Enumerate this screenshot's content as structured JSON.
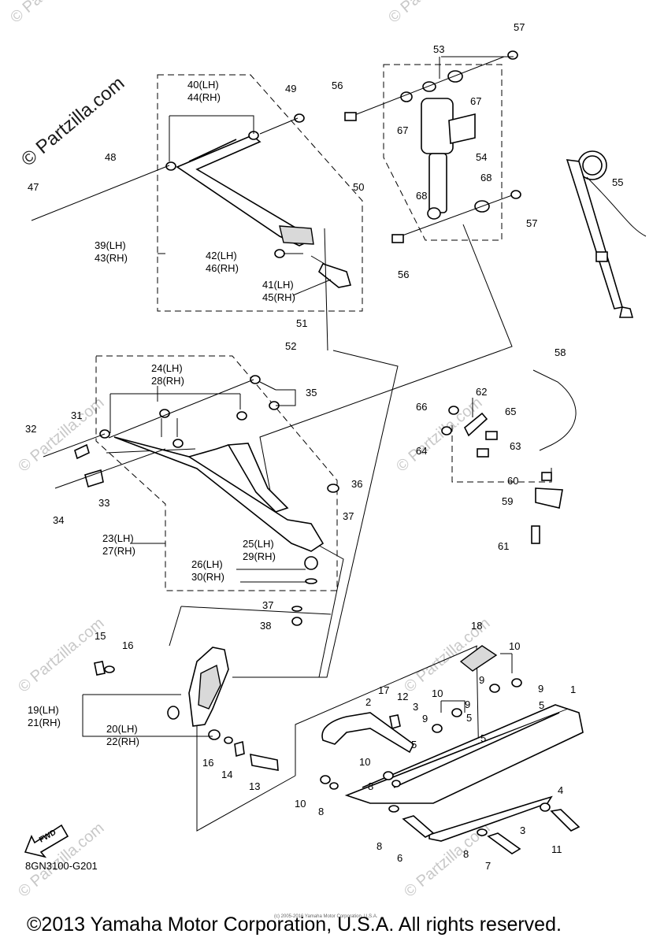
{
  "watermark": {
    "main": "© Partzilla.com",
    "faint": "© Partzilla.com"
  },
  "diagram_code": "8GN3100-G201",
  "fwd_label": "FWD",
  "copyright": "©2013 Yamaha Motor Corporation, U.S.A. All rights reserved.",
  "copyright_small": "(c) 2005-2016 Yamaha Motor Corporation, U.S.A.",
  "callouts": [
    "1",
    "2",
    "3",
    "3",
    "4",
    "5",
    "5",
    "5",
    "5",
    "6",
    "7",
    "8",
    "8",
    "8",
    "8",
    "9",
    "9",
    "9",
    "9",
    "10",
    "10",
    "10",
    "10",
    "11",
    "12",
    "13",
    "14",
    "15",
    "16",
    "16",
    "17",
    "18",
    "19(LH)",
    "21(RH)",
    "20(LH)",
    "22(RH)",
    "23(LH)",
    "27(RH)",
    "24(LH)",
    "28(RH)",
    "25(LH)",
    "29(RH)",
    "26(LH)",
    "30(RH)",
    "31",
    "32",
    "33",
    "34",
    "35",
    "36",
    "37",
    "37",
    "38",
    "39(LH)",
    "43(RH)",
    "40(LH)",
    "44(RH)",
    "41(LH)",
    "45(RH)",
    "42(LH)",
    "46(RH)",
    "47",
    "48",
    "49",
    "50",
    "51",
    "52",
    "53",
    "54",
    "55",
    "56",
    "56",
    "57",
    "57",
    "58",
    "59",
    "60",
    "61",
    "62",
    "63",
    "64",
    "65",
    "66",
    "67",
    "67",
    "68",
    "68"
  ]
}
